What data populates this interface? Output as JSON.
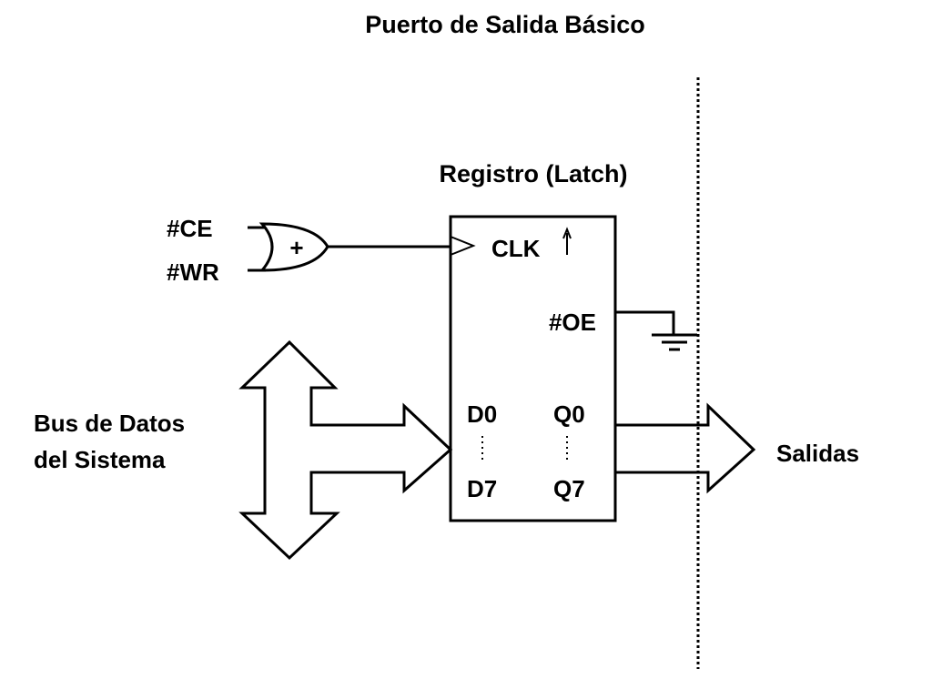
{
  "title": "Puerto de Salida Básico",
  "register": {
    "title": "Registro (Latch)",
    "clk_label": "CLK",
    "oe_label": "#OE",
    "d0_label": "D0",
    "d7_label": "D7",
    "q0_label": "Q0",
    "q7_label": "Q7"
  },
  "gate": {
    "input_1": "#CE",
    "input_2": "#WR",
    "symbol": "+"
  },
  "bus": {
    "label_line_1": "Bus de Datos",
    "label_line_2": "del Sistema"
  },
  "outputs": {
    "label": "Salidas"
  },
  "colors": {
    "ink": "#000000",
    "background": "#ffffff"
  }
}
